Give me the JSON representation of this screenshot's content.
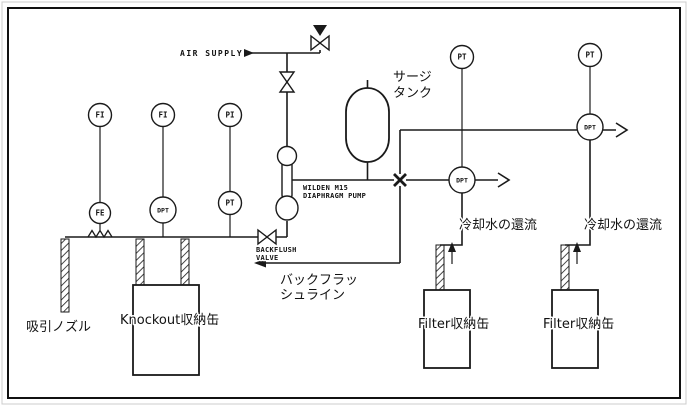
{
  "colors": {
    "line": "#1a1a1a",
    "background": "#ffffff",
    "label": "#111111"
  },
  "labels": {
    "air_supply": "AIR SUPPLY",
    "surge_tank_l1": "サージ",
    "surge_tank_l2": "タンク",
    "pump_l1": "WILDEN M15",
    "pump_l2": "DIAPHRAGM PUMP",
    "backflush_valve_l1": "BACKFLUSH",
    "backflush_valve_l2": "VALVE",
    "backflush_line_l1": "バックフラッ",
    "backflush_line_l2": "シュライン",
    "cooling_return_mid": "冷却水の還流",
    "cooling_return_right": "冷却水の還流",
    "suction_nozzle": "吸引ノズル",
    "knockout_vessel": "Knockout収納缶",
    "filter_vessel_mid": "Filter収納缶",
    "filter_vessel_right": "Filter収納缶"
  },
  "instruments": {
    "fi_1": "FI",
    "fi_2": "FI",
    "pi": "PI",
    "fe": "FE",
    "dpt_left": "DPT",
    "pt_left": "PT",
    "pt_mid": "PT",
    "pt_right": "PT",
    "dpt_mid": "DPT",
    "dpt_right": "DPT"
  }
}
